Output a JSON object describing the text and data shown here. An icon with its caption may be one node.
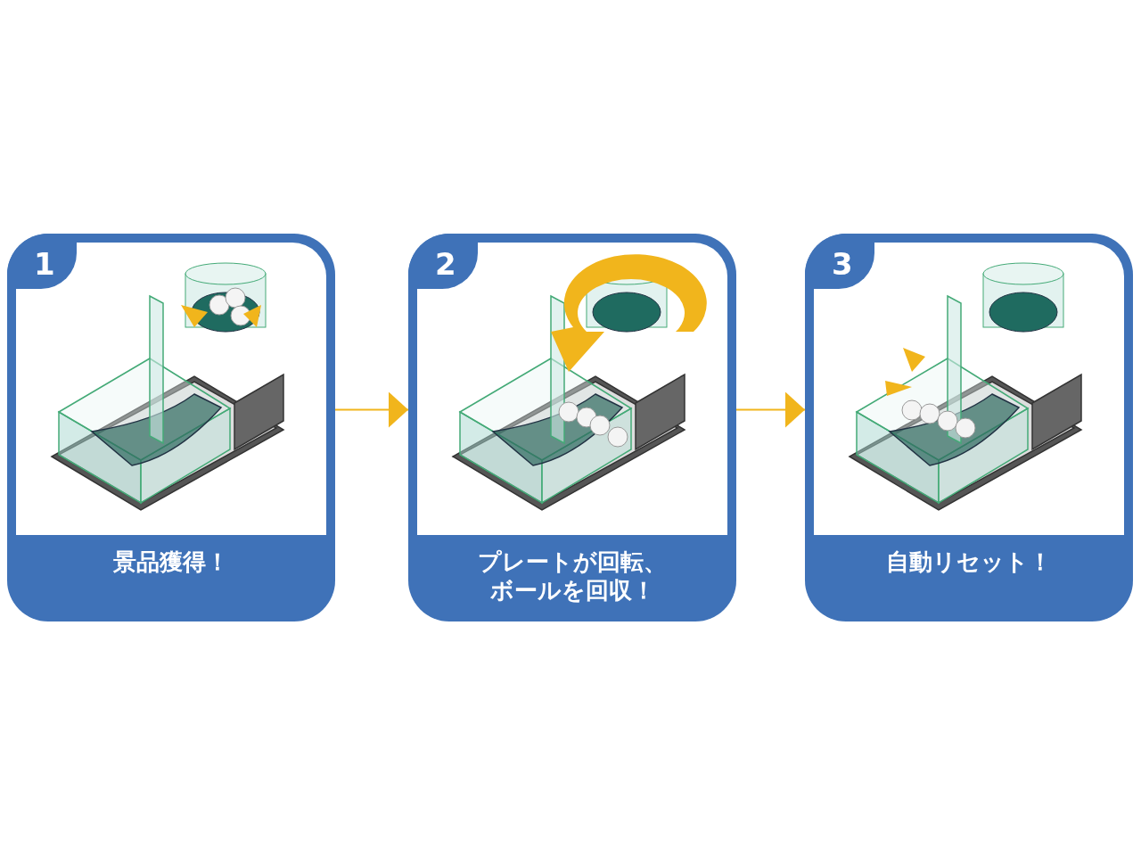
{
  "diagram": {
    "nodes": [
      {
        "text": [
          "1",
          "景品獲得！"
        ]
      },
      {
        "text": [
          "2",
          "プレートが回転、ボールを回収！"
        ]
      },
      {
        "text": [
          "3",
          "自動リセット！"
        ]
      }
    ],
    "edges": [
      {
        "from": 0,
        "to": 1,
        "arrow": "to"
      },
      {
        "from": 1,
        "to": 2,
        "arrow": "to"
      }
    ]
  }
}
